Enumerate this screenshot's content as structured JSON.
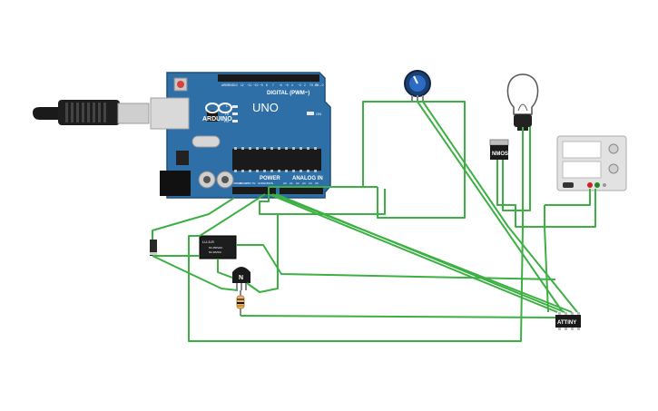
{
  "arduino": {
    "brand": "ARDUINO",
    "model": "UNO",
    "digital_header": "DIGITAL (PWM~)",
    "analog_header": "ANALOG IN",
    "power_header": "POWER",
    "led_l": "L",
    "led_tx": "TX",
    "led_rx": "RX",
    "led_on": "ON",
    "power_pins": [
      "IOREF",
      "RESET",
      "3.3V",
      "5V",
      "GND",
      "GND",
      "VIN"
    ],
    "analog_pins": [
      "A0",
      "A1",
      "A2",
      "A3",
      "A4",
      "A5"
    ],
    "digital_pins": [
      "AREF",
      "GND",
      "13",
      "12",
      "~11",
      "~10",
      "~9",
      "8",
      "7",
      "~6",
      "~5",
      "4",
      "~3",
      "2",
      "TX→1",
      "RX←0"
    ]
  },
  "components": {
    "transistor_nmos_label": "NMOS",
    "transistor_npn_label": "N",
    "attiny_label": "ATTINY",
    "relay_label": "LU-5-R",
    "relay_rating_1": "5A 250VAC",
    "relay_rating_2": "5A 30VDC"
  },
  "colors": {
    "wire": "#3cb043",
    "board": "#2f6fa8",
    "board_edge": "#1d4f7c",
    "lamp_base": "#222222",
    "pot_knob": "#1e5aa8"
  }
}
